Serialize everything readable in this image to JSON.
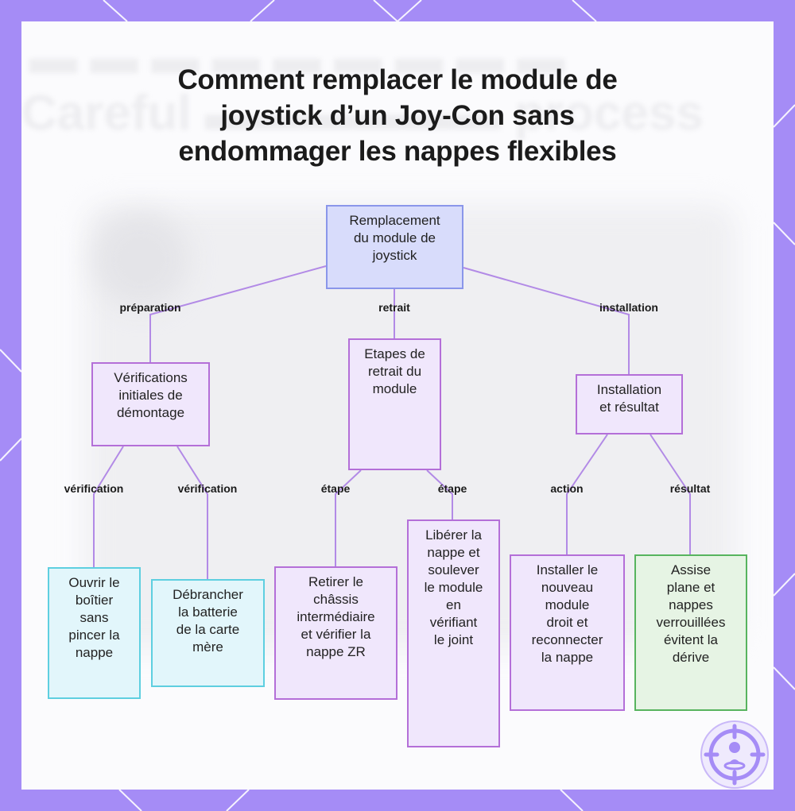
{
  "title_lines": [
    "Comment remplacer le module de",
    "joystick d’un Joy-Con sans",
    "endommager les nappes flexibles"
  ],
  "nodes": {
    "root": [
      "Remplacement",
      "du module de",
      "joystick"
    ],
    "verifications": [
      "Vérifications",
      "initiales de",
      "démontage"
    ],
    "retrait": [
      "Etapes de",
      "retrait du",
      "module"
    ],
    "installation": [
      "Installation",
      "et résultat"
    ],
    "ouvrir": [
      "Ouvrir le",
      "boîtier",
      "sans",
      "pincer la",
      "nappe"
    ],
    "debrancher": [
      "Débrancher",
      "la batterie",
      "de la carte",
      "mère"
    ],
    "retirer": [
      "Retirer le",
      "châssis",
      "intermédiaire",
      "et vérifier la",
      "nappe ZR"
    ],
    "liberer": [
      "Libérer la",
      "nappe et",
      "soulever",
      "le module",
      "en",
      "vérifiant",
      "le joint"
    ],
    "installer": [
      "Installer le",
      "nouveau",
      "module",
      "droit et",
      "reconnecter",
      "la nappe"
    ],
    "assise": [
      "Assise",
      "plane et",
      "nappes",
      "verrouillées",
      "évitent la",
      "dérive"
    ]
  },
  "edge_labels": {
    "preparation": "préparation",
    "retrait": "retrait",
    "installation": "installation",
    "verification_1": "vérification",
    "verification_2": "vérification",
    "etape_1": "étape",
    "etape_2": "étape",
    "action": "action",
    "resultat": "résultat"
  },
  "colors": {
    "frame": "#a58cf6",
    "edge": "#b28ae6",
    "root_fill": "#d8dcfb",
    "purple_fill": "#f0e7fc",
    "cyan_fill": "#e2f6fb",
    "green_fill": "#e6f4e4"
  },
  "icons": [
    "joystick-target-logo-icon"
  ]
}
